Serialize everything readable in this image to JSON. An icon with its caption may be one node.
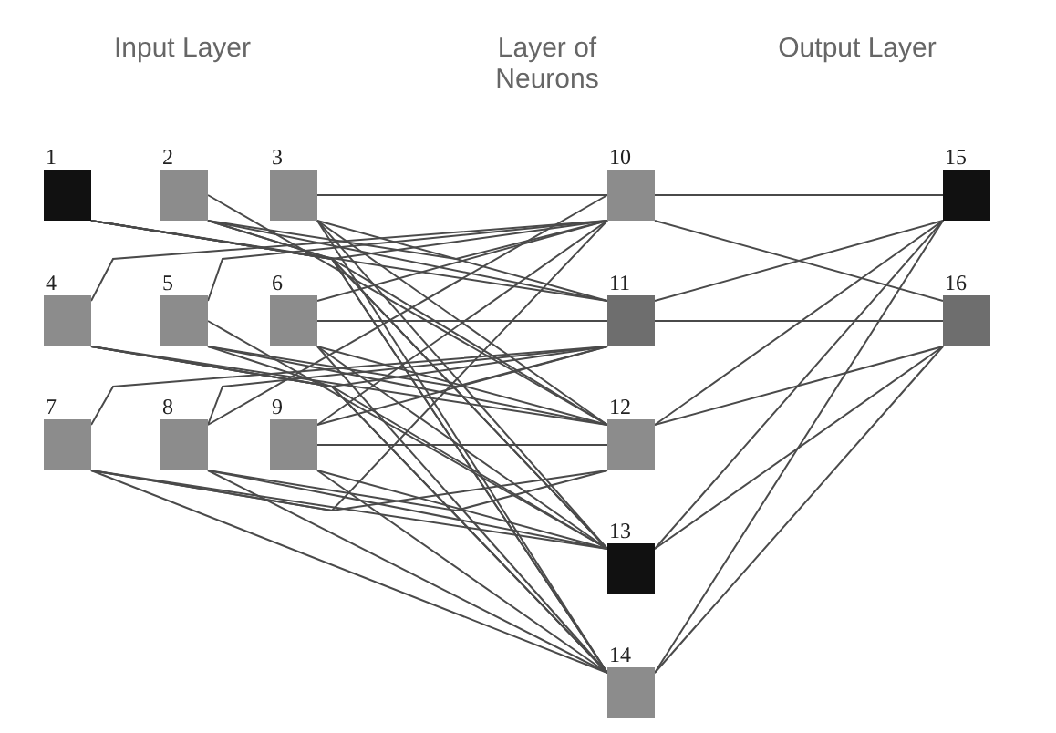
{
  "diagram": {
    "nodes": [
      {
        "text": [
          "1"
        ]
      },
      {
        "text": [
          "2"
        ]
      },
      {
        "text": [
          "3"
        ]
      },
      {
        "text": [
          "4"
        ]
      },
      {
        "text": [
          "5"
        ]
      },
      {
        "text": [
          "6"
        ]
      },
      {
        "text": [
          "7"
        ]
      },
      {
        "text": [
          "8"
        ]
      },
      {
        "text": [
          "9"
        ]
      },
      {
        "text": [
          "10"
        ]
      },
      {
        "text": [
          "11"
        ]
      },
      {
        "text": [
          "12"
        ]
      },
      {
        "text": [
          "13"
        ]
      },
      {
        "text": [
          "14"
        ]
      },
      {
        "text": [
          "15"
        ]
      },
      {
        "text": [
          "16"
        ]
      }
    ],
    "edges": [
      {
        "from": 0,
        "to": 9,
        "arrow": "none"
      },
      {
        "from": 0,
        "to": 10,
        "arrow": "none"
      },
      {
        "from": 0,
        "to": 11,
        "arrow": "none"
      },
      {
        "from": 0,
        "to": 12,
        "arrow": "none"
      },
      {
        "from": 0,
        "to": 13,
        "arrow": "none"
      },
      {
        "from": 1,
        "to": 9,
        "arrow": "none"
      },
      {
        "from": 1,
        "to": 10,
        "arrow": "none"
      },
      {
        "from": 1,
        "to": 11,
        "arrow": "none"
      },
      {
        "from": 1,
        "to": 12,
        "arrow": "none"
      },
      {
        "from": 1,
        "to": 13,
        "arrow": "none"
      },
      {
        "from": 2,
        "to": 9,
        "arrow": "none"
      },
      {
        "from": 2,
        "to": 10,
        "arrow": "none"
      },
      {
        "from": 2,
        "to": 11,
        "arrow": "none"
      },
      {
        "from": 2,
        "to": 12,
        "arrow": "none"
      },
      {
        "from": 2,
        "to": 13,
        "arrow": "none"
      },
      {
        "from": 3,
        "to": 9,
        "arrow": "none"
      },
      {
        "from": 3,
        "to": 10,
        "arrow": "none"
      },
      {
        "from": 3,
        "to": 11,
        "arrow": "none"
      },
      {
        "from": 3,
        "to": 12,
        "arrow": "none"
      },
      {
        "from": 3,
        "to": 13,
        "arrow": "none"
      },
      {
        "from": 4,
        "to": 9,
        "arrow": "none"
      },
      {
        "from": 4,
        "to": 10,
        "arrow": "none"
      },
      {
        "from": 4,
        "to": 11,
        "arrow": "none"
      },
      {
        "from": 4,
        "to": 12,
        "arrow": "none"
      },
      {
        "from": 4,
        "to": 13,
        "arrow": "none"
      },
      {
        "from": 5,
        "to": 9,
        "arrow": "none"
      },
      {
        "from": 5,
        "to": 10,
        "arrow": "none"
      },
      {
        "from": 5,
        "to": 11,
        "arrow": "none"
      },
      {
        "from": 5,
        "to": 12,
        "arrow": "none"
      },
      {
        "from": 5,
        "to": 13,
        "arrow": "none"
      },
      {
        "from": 6,
        "to": 9,
        "arrow": "none"
      },
      {
        "from": 6,
        "to": 10,
        "arrow": "none"
      },
      {
        "from": 6,
        "to": 11,
        "arrow": "none"
      },
      {
        "from": 6,
        "to": 12,
        "arrow": "none"
      },
      {
        "from": 6,
        "to": 13,
        "arrow": "none"
      },
      {
        "from": 7,
        "to": 9,
        "arrow": "none"
      },
      {
        "from": 7,
        "to": 10,
        "arrow": "none"
      },
      {
        "from": 7,
        "to": 11,
        "arrow": "none"
      },
      {
        "from": 7,
        "to": 12,
        "arrow": "none"
      },
      {
        "from": 7,
        "to": 13,
        "arrow": "none"
      },
      {
        "from": 8,
        "to": 9,
        "arrow": "none"
      },
      {
        "from": 8,
        "to": 10,
        "arrow": "none"
      },
      {
        "from": 8,
        "to": 11,
        "arrow": "none"
      },
      {
        "from": 8,
        "to": 12,
        "arrow": "none"
      },
      {
        "from": 8,
        "to": 13,
        "arrow": "none"
      },
      {
        "from": 9,
        "to": 14,
        "arrow": "none"
      },
      {
        "from": 9,
        "to": 15,
        "arrow": "none"
      },
      {
        "from": 10,
        "to": 14,
        "arrow": "none"
      },
      {
        "from": 10,
        "to": 15,
        "arrow": "none"
      },
      {
        "from": 11,
        "to": 14,
        "arrow": "none"
      },
      {
        "from": 11,
        "to": 15,
        "arrow": "none"
      },
      {
        "from": 12,
        "to": 14,
        "arrow": "none"
      },
      {
        "from": 12,
        "to": 15,
        "arrow": "none"
      },
      {
        "from": 13,
        "to": 14,
        "arrow": "none"
      },
      {
        "from": 13,
        "to": 15,
        "arrow": "none"
      }
    ],
    "labels": [
      "Input Layer",
      "Layer of Neurons",
      "Output Layer"
    ]
  }
}
